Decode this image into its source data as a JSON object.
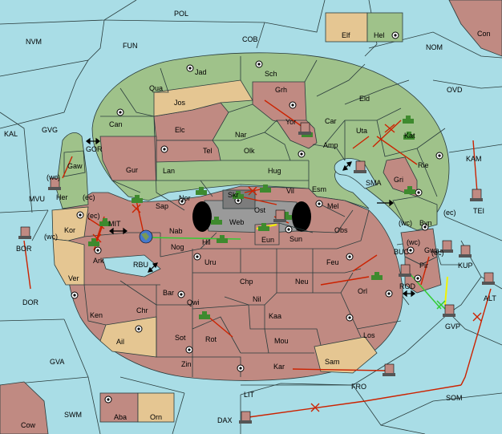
{
  "regions": {
    "pol": "POL",
    "nvm": "NVM",
    "fun": "FUN",
    "cob": "COB",
    "nom": "NOM",
    "con": "Con",
    "elf": "Elf",
    "hel": "Hel",
    "ovd": "OVD",
    "kal": "KAL",
    "gvg": "GVG",
    "gor": "GOR",
    "kam": "KAM",
    "tei": "TEI",
    "mvu": "MVU",
    "bor": "BOR",
    "dor": "DOR",
    "rbu": "RBU",
    "buc": "BUC",
    "kup": "KUP",
    "rod": "ROD",
    "alt": "ALT",
    "gvp": "GVP",
    "gva": "GVA",
    "som": "SOM",
    "fro": "FRO",
    "lit": "LIT",
    "swm": "SWM",
    "dax": "DAX",
    "cow": "Cow",
    "aba": "Aba",
    "orn": "Orn",
    "jad": "Jad",
    "sch": "Sch",
    "qua": "Qua",
    "jos": "Jos",
    "grh": "Grh",
    "eld": "Eld",
    "can": "Can",
    "elc": "Elc",
    "yor": "Yor",
    "car": "Car",
    "uta": "Uta",
    "kat": "Kat",
    "nar": "Nar",
    "tel": "Tel",
    "olk": "Olk",
    "amp": "Amp",
    "gaw": "Gaw",
    "gur": "Gur",
    "lan": "Lan",
    "hug": "Hug",
    "rie": "Rie",
    "sma": "SMA",
    "gri": "Gri",
    "nor": "Nor",
    "skr": "Skr",
    "vil": "Vil",
    "esm": "Esm",
    "sap": "Sap",
    "her": "Her",
    "ec1": "(ec)",
    "ec2": "(ec)",
    "ec3": "(ec)",
    "wc1": "(wc)",
    "wc2": "(wc)",
    "wc3": "(wc)",
    "web": "Web",
    "ost": "Ost",
    "mel": "Mel",
    "obs": "Obs",
    "byn": "Byn",
    "mit": "MIT",
    "kor": "Kor",
    "nab": "Nab",
    "eun": "Eun",
    "sun": "Sun",
    "gwa": "Gwa",
    "ec4": "(ec)",
    "pir": "Pir",
    "nog": "Nog",
    "hil": "Hil",
    "ark": "Ark",
    "ver": "Ver",
    "uru": "Uru",
    "feu": "Feu",
    "chp": "Chp",
    "neu": "Neu",
    "orl": "Orl",
    "bar": "Bar",
    "qwi": "Qwi",
    "nil": "Nil",
    "ken": "Ken",
    "chr": "Chr",
    "kaa": "Kaa",
    "los": "Los",
    "ail": "Ail",
    "sot": "Sot",
    "rot": "Rot",
    "mou": "Mou",
    "sam": "Sam",
    "zin": "Zin",
    "kar": "Kar"
  },
  "colors": {
    "sea": "#a9dde6",
    "green": "#9fc28a",
    "red": "#c08a82",
    "tan": "#e5c692",
    "grey": "#9a9a9a",
    "order_red": "#cc2200",
    "order_green": "#33cc33",
    "order_yellow": "#f2f200"
  },
  "units": {
    "fleet_icon": "ship-icon",
    "army_icon": "tank-icon",
    "supply_center_icon": "supply-center-icon",
    "city_icon": "globe-icon"
  }
}
